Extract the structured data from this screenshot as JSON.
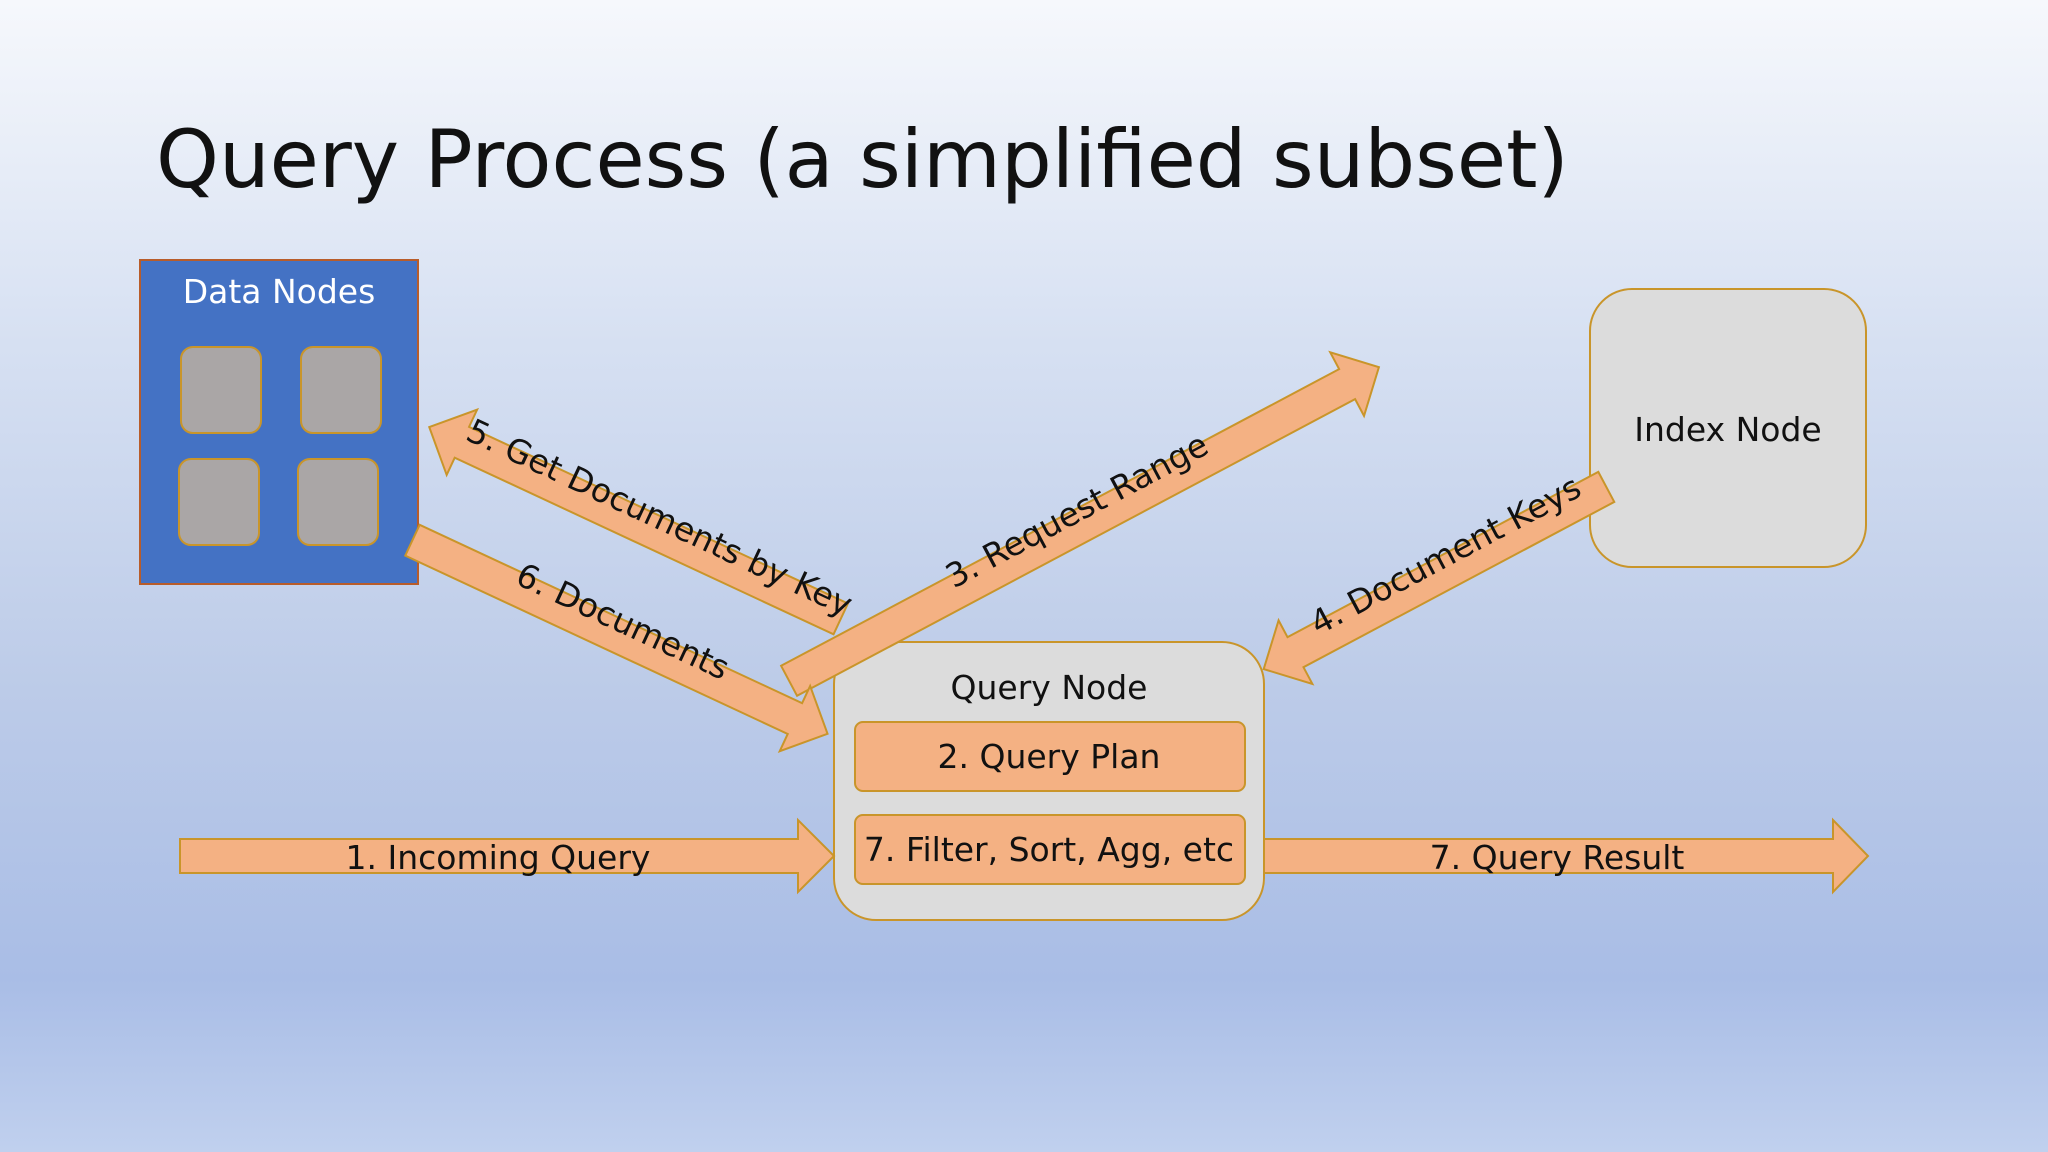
{
  "title": "Query Process (a simplified subset)",
  "nodes": {
    "data_nodes": {
      "label": "Data Nodes",
      "fill": "#4472c4"
    },
    "index_node": {
      "label": "Index Node"
    },
    "query_node": {
      "label": "Query Node",
      "steps": [
        "2. Query Plan",
        "7. Filter, Sort, Agg, etc"
      ]
    }
  },
  "arrows": [
    "1. Incoming Query",
    "3. Request Range",
    "4. Document Keys",
    "5. Get Documents by Key",
    "6. Documents",
    "7. Query Result"
  ],
  "colors": {
    "arrow_fill": "#f4b183",
    "arrow_outline": "#c9952a",
    "node_fill": "#dcdcdc",
    "shard_fill": "#aaa6a6"
  }
}
